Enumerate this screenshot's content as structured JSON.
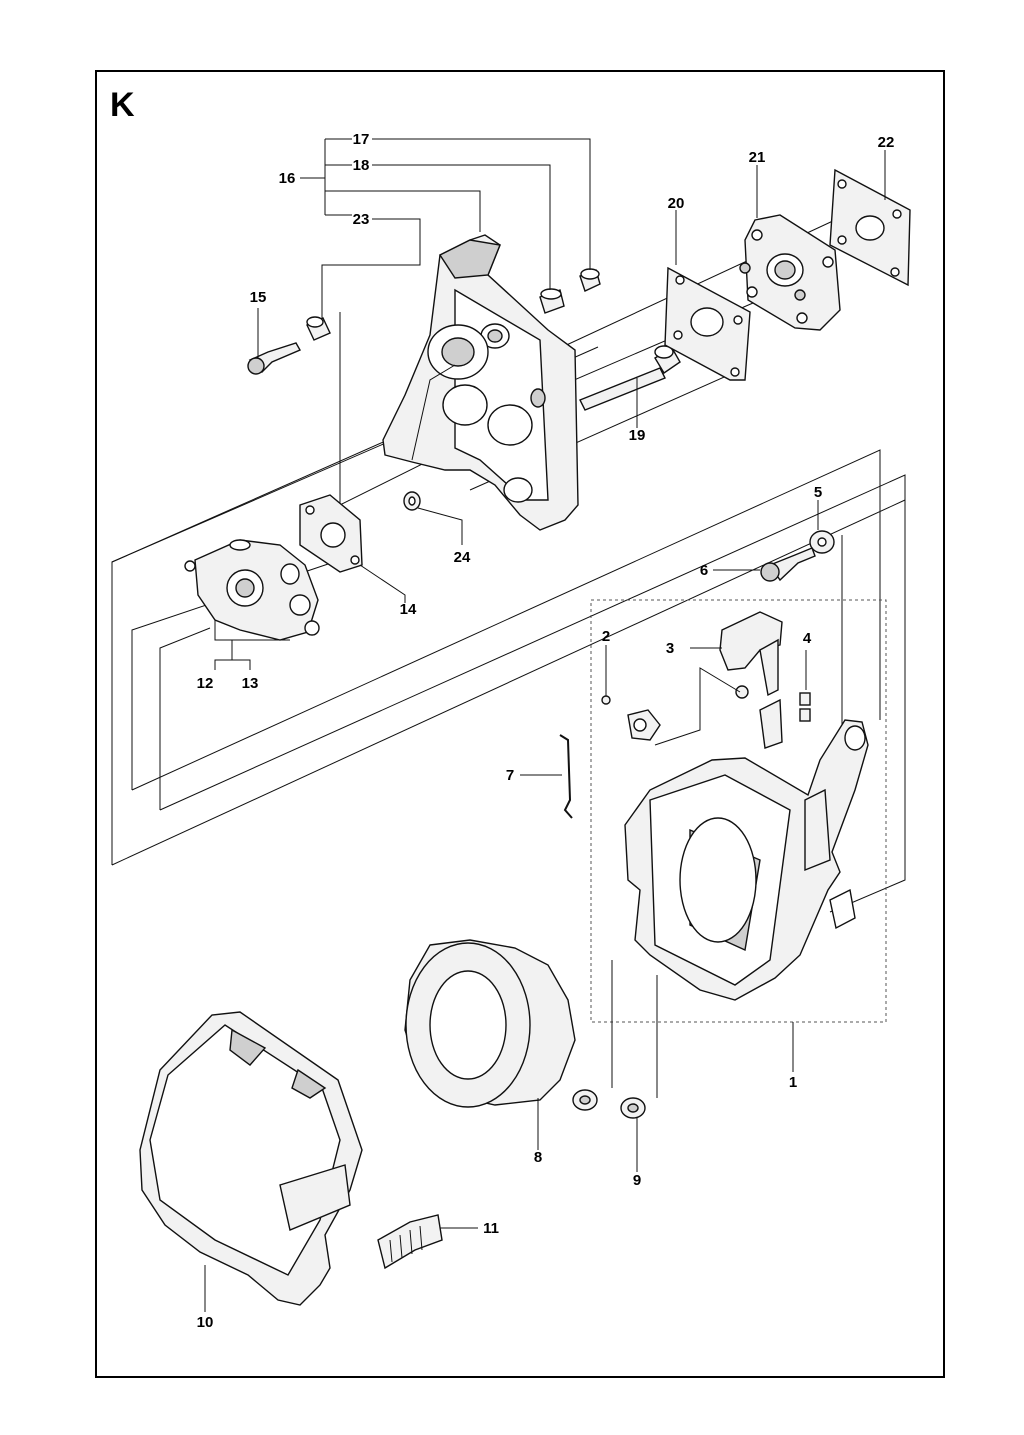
{
  "section_letter": "K",
  "callouts": {
    "c1": "1",
    "c2": "2",
    "c3": "3",
    "c4": "4",
    "c5": "5",
    "c6": "6",
    "c7": "7",
    "c8": "8",
    "c9": "9",
    "c10": "10",
    "c11": "11",
    "c12": "12",
    "c13": "13",
    "c14": "14",
    "c15": "15",
    "c16": "16",
    "c17": "17",
    "c18": "18",
    "c19": "19",
    "c20": "20",
    "c21": "21",
    "c22": "22",
    "c23": "23",
    "c24": "24"
  }
}
